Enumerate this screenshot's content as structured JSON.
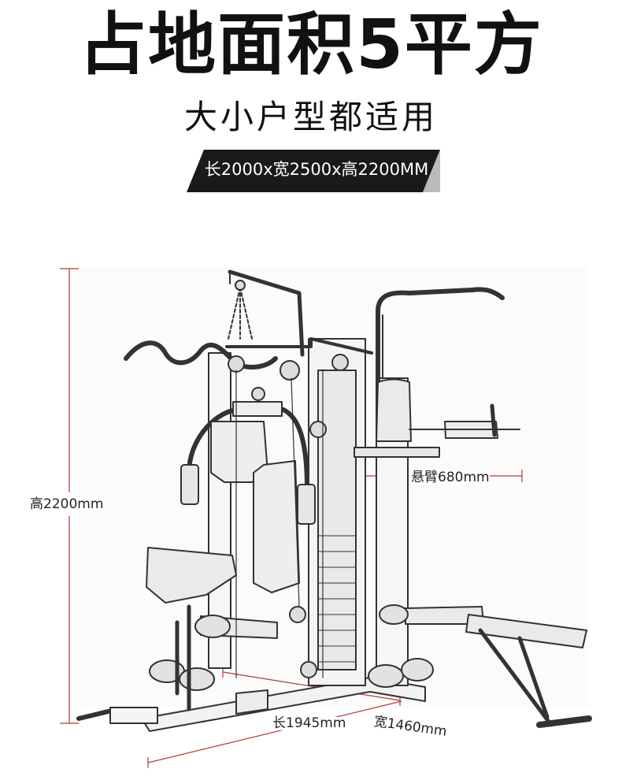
{
  "headline": "占地面积5平方",
  "subheadline": "大小户型都适用",
  "dimensions_banner": "长2000x宽2500x高2200MM",
  "labels": {
    "height": "高2200mm",
    "arm": "悬臂680mm",
    "length": "长1945mm",
    "width": "宽1460mm"
  },
  "colors": {
    "text": "#111111",
    "banner_bg": "#1a1a1a",
    "banner_text": "#ffffff",
    "dimension_line": "#b33a3a",
    "line_art": "#333333"
  }
}
